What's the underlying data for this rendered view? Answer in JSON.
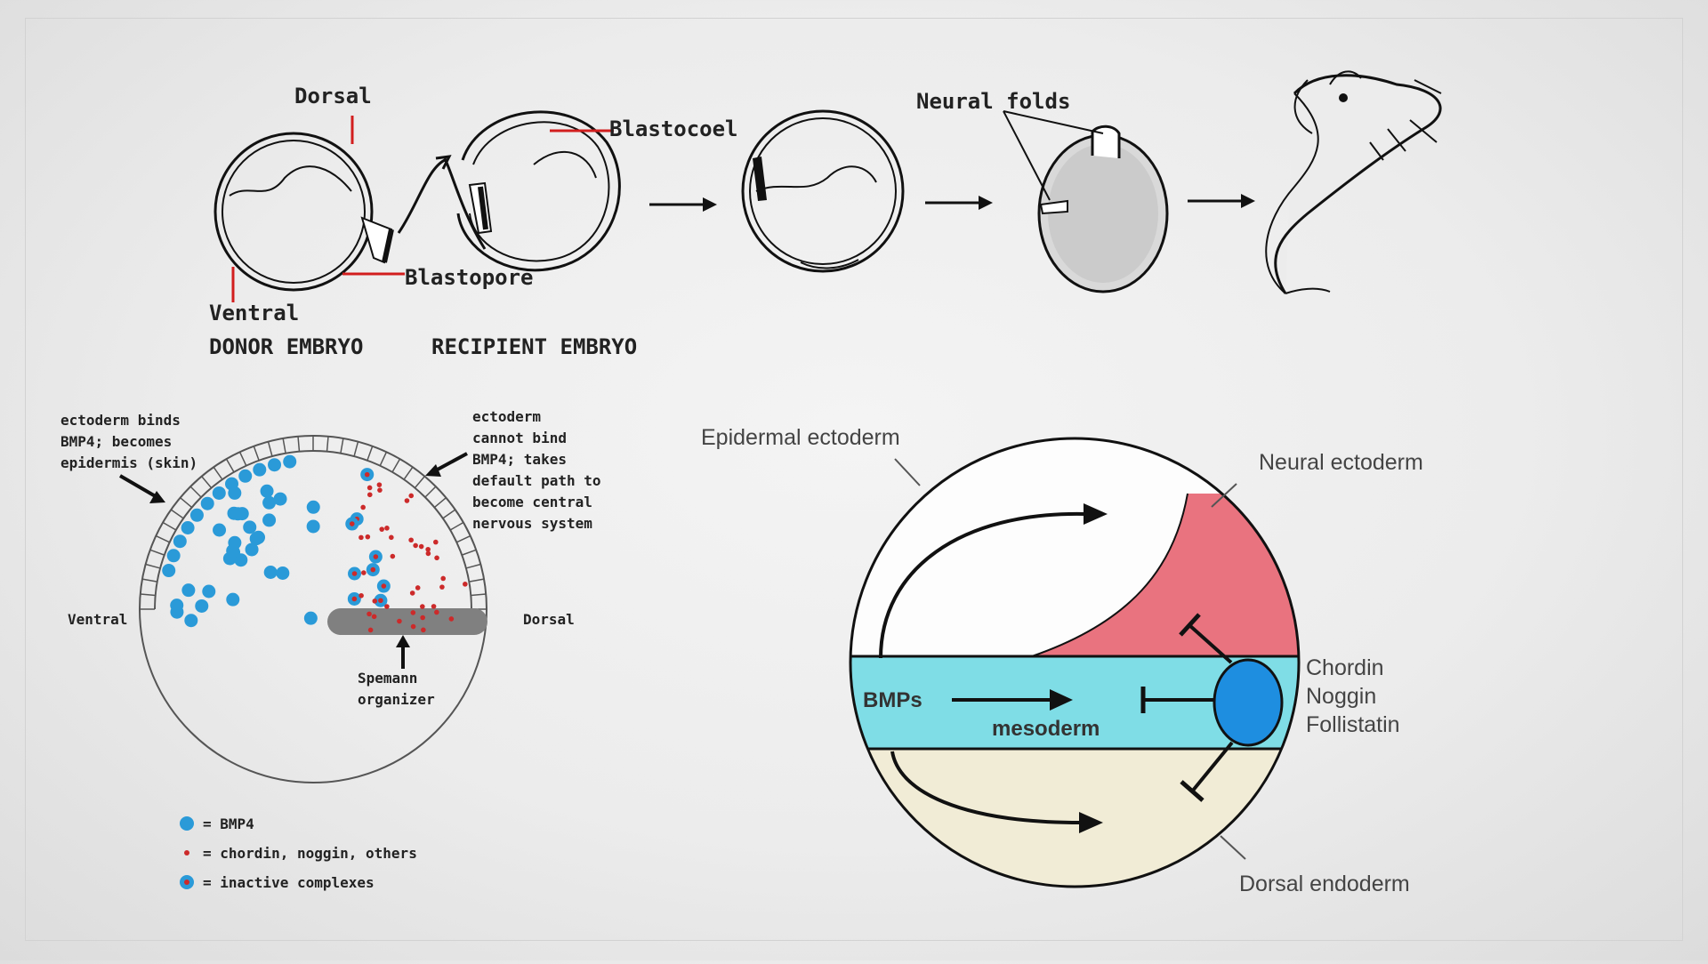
{
  "top_panel": {
    "labels": {
      "dorsal": "Dorsal",
      "ventral": "Ventral",
      "blastocoel": "Blastocoel",
      "blastopore": "Blastopore",
      "neural_folds": "Neural folds"
    },
    "captions": {
      "donor": "DONOR EMBRYO",
      "recipient": "RECIPIENT EMBRYO"
    }
  },
  "left_panel": {
    "note_ventral_lines": [
      "ectoderm binds",
      "BMP4; becomes",
      "epidermis (skin)"
    ],
    "note_dorsal_lines": [
      "ectoderm",
      "cannot bind",
      "BMP4; takes",
      "default path to",
      "become central",
      "nervous system"
    ],
    "ventral": "Ventral",
    "dorsal": "Dorsal",
    "organizer_lines": [
      "Spemann",
      "organizer"
    ],
    "legend": [
      {
        "symbol": "blue-dot",
        "text": "= BMP4"
      },
      {
        "symbol": "red-dot",
        "text": "= chordin, noggin, others"
      },
      {
        "symbol": "complex-dot",
        "text": "= inactive complexes"
      }
    ],
    "colors": {
      "bmp4": "#2a9ad8",
      "antagonist": "#cc2a2a",
      "organizer": "#808080"
    }
  },
  "right_panel": {
    "epidermal": "Epidermal ectoderm",
    "neural": "Neural ectoderm",
    "bmps": "BMPs",
    "mesoderm": "mesoderm",
    "antagonists": [
      "Chordin",
      "Noggin",
      "Follistatin"
    ],
    "endoderm": "Dorsal endoderm",
    "colors": {
      "neural": "#e9737f",
      "mesoderm": "#7fdde6",
      "endoderm": "#f1ecd6",
      "organizer": "#1e8ee0"
    }
  }
}
